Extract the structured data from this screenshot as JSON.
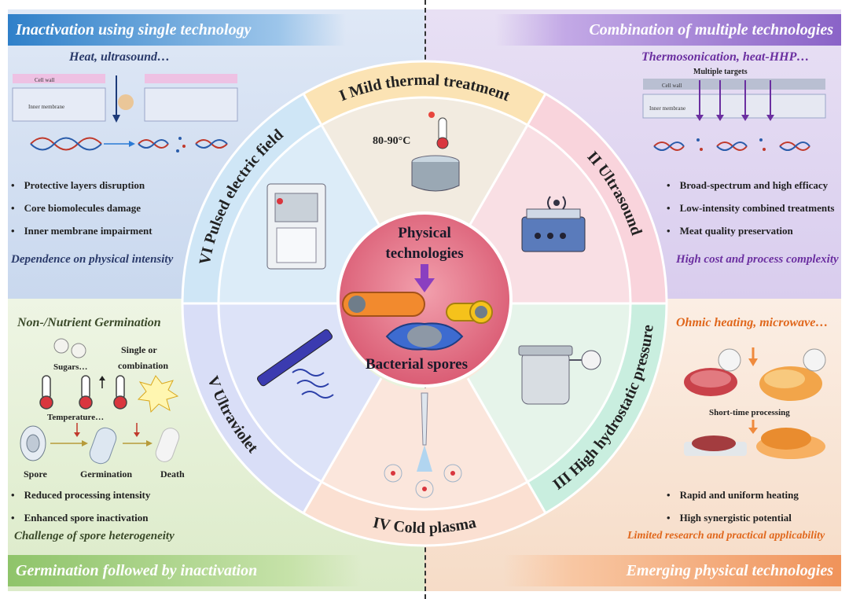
{
  "quadrants": {
    "top_left": {
      "banner": "Inactivation using single technology",
      "subtitle": "Heat, ultrasound…",
      "diagram_labels": {
        "cell_wall": "Cell wall",
        "inner_membrane": "Inner membrane"
      },
      "bullets": [
        "Protective layers disruption",
        "Core biomolecules damage",
        "Inner membrane impairment"
      ],
      "footer": "Dependence on physical intensity"
    },
    "top_right": {
      "banner": "Combination of multiple technologies",
      "subtitle": "Thermosonication, heat-HHP…",
      "diagram_labels": {
        "targets": "Multiple targets",
        "cell_wall": "Cell wall",
        "inner_membrane": "Inner membrane"
      },
      "bullets": [
        "Broad-spectrum and high efficacy",
        "Low-intensity combined treatments",
        "Meat quality preservation"
      ],
      "footer": "High cost and process complexity"
    },
    "bottom_left": {
      "banner": "Germination followed by inactivation",
      "subtitle": "Non-/Nutrient Germination",
      "diagram_labels": {
        "sugars": "Sugars…",
        "single_or": "Single or",
        "combination": "combination",
        "temperature": "Temperature…",
        "spore": "Spore",
        "germination": "Germination",
        "death": "Death"
      },
      "bullets": [
        "Reduced processing intensity",
        "Enhanced spore inactivation"
      ],
      "footer": "Challenge of spore heterogeneity"
    },
    "bottom_right": {
      "banner": "Emerging physical technologies",
      "subtitle": "Ohmic heating, microwave…",
      "diagram_labels": {
        "short_time": "Short-time processing"
      },
      "bullets": [
        "Rapid and uniform heating",
        "High synergistic potential"
      ],
      "footer": "Limited research and practical applicability"
    }
  },
  "wheel": {
    "segments": [
      {
        "label": "I Mild thermal treatment"
      },
      {
        "label": "II Ultrasound"
      },
      {
        "label": "III High hydrostatic pressure"
      },
      {
        "label": "IV Cold plasma"
      },
      {
        "label": "V Ultraviolet"
      },
      {
        "label": "VI Pulsed electric field"
      }
    ],
    "thermal_temp": "80-90°C",
    "center_top_line1": "Physical",
    "center_top_line2": "technologies",
    "center_bottom": "Bacterial spores"
  },
  "colors": {
    "top_left": "#2f80c9",
    "top_right": "#8a63c7",
    "bottom_left": "#8fc46a",
    "bottom_right": "#f0935a",
    "seg_thermal_band": "#fbe3b4",
    "seg_ultrasound_band": "#f9d4dc",
    "seg_hhp_band": "#c9eedf",
    "seg_plasma_band": "#fbe0d2",
    "seg_uv_band": "#d9def7",
    "seg_pef_band": "#cfe6f6"
  }
}
